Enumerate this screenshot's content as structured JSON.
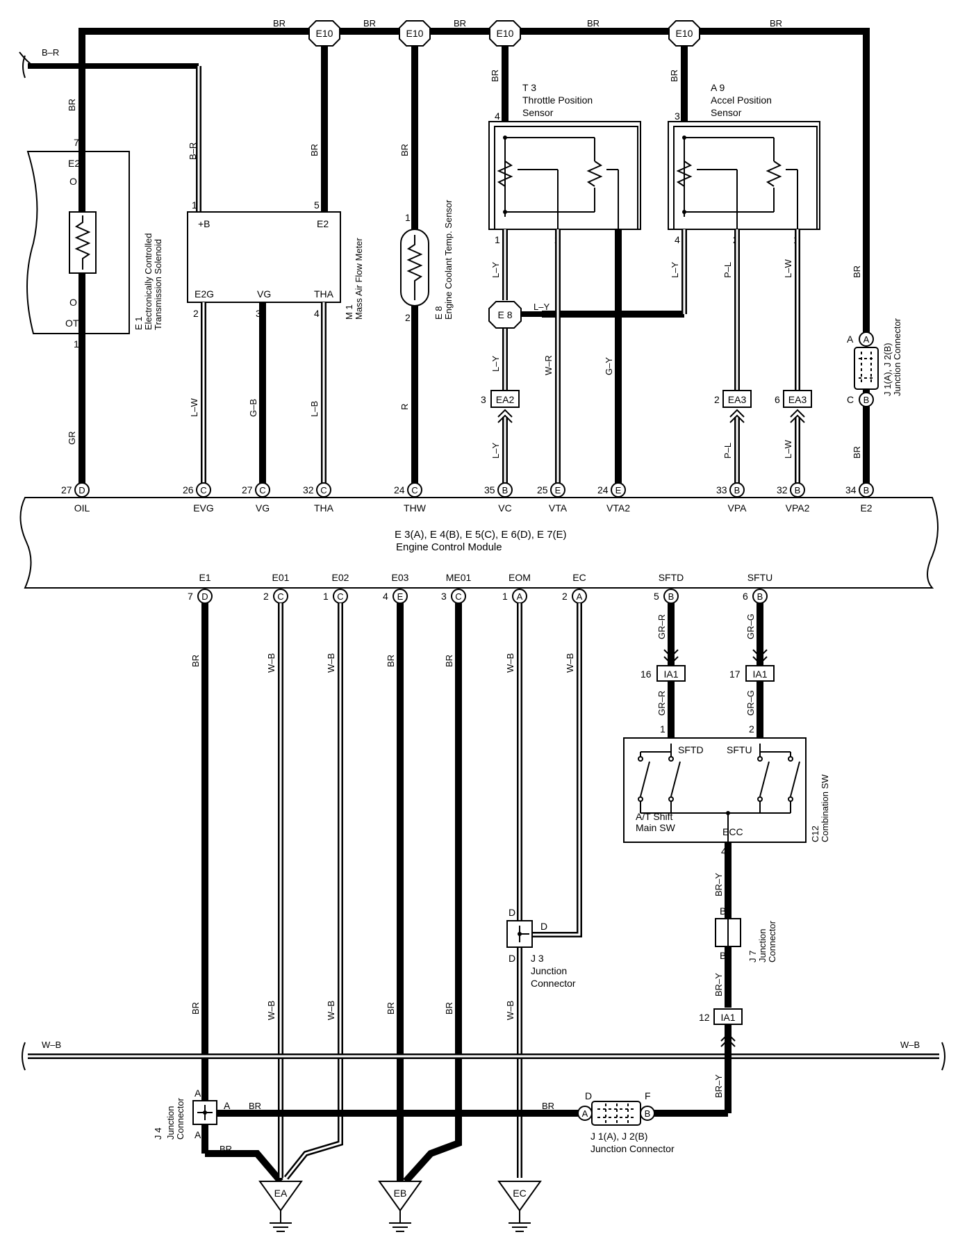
{
  "wire_colors": {
    "br": "BR",
    "b_r": "B–R",
    "gr": "GR",
    "l_w": "L–W",
    "g_b": "G–B",
    "l_b": "L–B",
    "r": "R",
    "l_y": "L–Y",
    "w_r": "W–R",
    "g_y": "G–Y",
    "p_l": "P–L",
    "w_b": "W–B",
    "gr_r": "GR–R",
    "gr_g": "GR–G",
    "br_y": "BR–Y",
    "o": "O"
  },
  "connectors": {
    "e10": "E10",
    "e8": "E 8",
    "ea2": "EA2",
    "ea3": "EA3",
    "ia1": "IA1",
    "ea": "EA",
    "eb": "EB",
    "ec": "EC"
  },
  "pin_letters": {
    "a": "A",
    "b": "B",
    "c": "C",
    "d": "D",
    "e": "E",
    "f": "F"
  },
  "pin_numbers": {
    "p1": "1",
    "p2": "2",
    "p3": "3",
    "p4": "4",
    "p5": "5",
    "p6": "6",
    "p7": "7",
    "p12": "12",
    "p16": "16",
    "p17": "17",
    "p24": "24",
    "p25": "25",
    "p26": "26",
    "p27": "27",
    "p32": "32",
    "p33": "33",
    "p34": "34",
    "p35": "35"
  },
  "components": {
    "e1": {
      "id": "E 1",
      "name1": "Electronically Controlled",
      "name2": "Transmission Solenoid",
      "t_e2": "E2",
      "t_ot": "OT"
    },
    "m1": {
      "id": "M 1",
      "name": "Mass Air Flow Meter",
      "t_b": "+B",
      "t_e2": "E2",
      "t_e2g": "E2G",
      "t_vg": "VG",
      "t_tha": "THA"
    },
    "e8": {
      "id": "E 8",
      "name": "Engine Coolant Temp. Sensor"
    },
    "t3": {
      "id": "T 3",
      "name1": "Throttle Position",
      "name2": "Sensor"
    },
    "a9": {
      "id": "A 9",
      "name1": "Accel Position",
      "name2": "Sensor"
    },
    "j1_top": {
      "id": "J 1(A), J 2(B)",
      "name": "Junction Connector"
    },
    "ecm": {
      "ids": "E 3(A), E 4(B), E 5(C), E 6(D), E 7(E)",
      "name": "Engine Control Module",
      "top_terminals": [
        "OIL",
        "EVG",
        "VG",
        "THA",
        "THW",
        "VC",
        "VTA",
        "VTA2",
        "VPA",
        "VPA2",
        "E2"
      ],
      "bottom_terminals": [
        "E1",
        "E01",
        "E02",
        "E03",
        "ME01",
        "EOM",
        "EC",
        "SFTD",
        "SFTU"
      ]
    },
    "c12": {
      "id": "C12",
      "name": "Combination SW",
      "sftd": "SFTD",
      "sftu": "SFTU",
      "main": "A/T Shift",
      "main2": "Main SW",
      "ecc": "ECC"
    },
    "j3": {
      "id": "J 3",
      "name1": "Junction",
      "name2": "Connector"
    },
    "j7": {
      "id": "J 7",
      "name1": "Junction",
      "name2": "Connector"
    },
    "j4": {
      "id": "J 4",
      "name1": "Junction",
      "name2": "Connector"
    },
    "j1_bot": {
      "id": "J 1(A), J 2(B)",
      "name": "Junction Connector"
    }
  }
}
